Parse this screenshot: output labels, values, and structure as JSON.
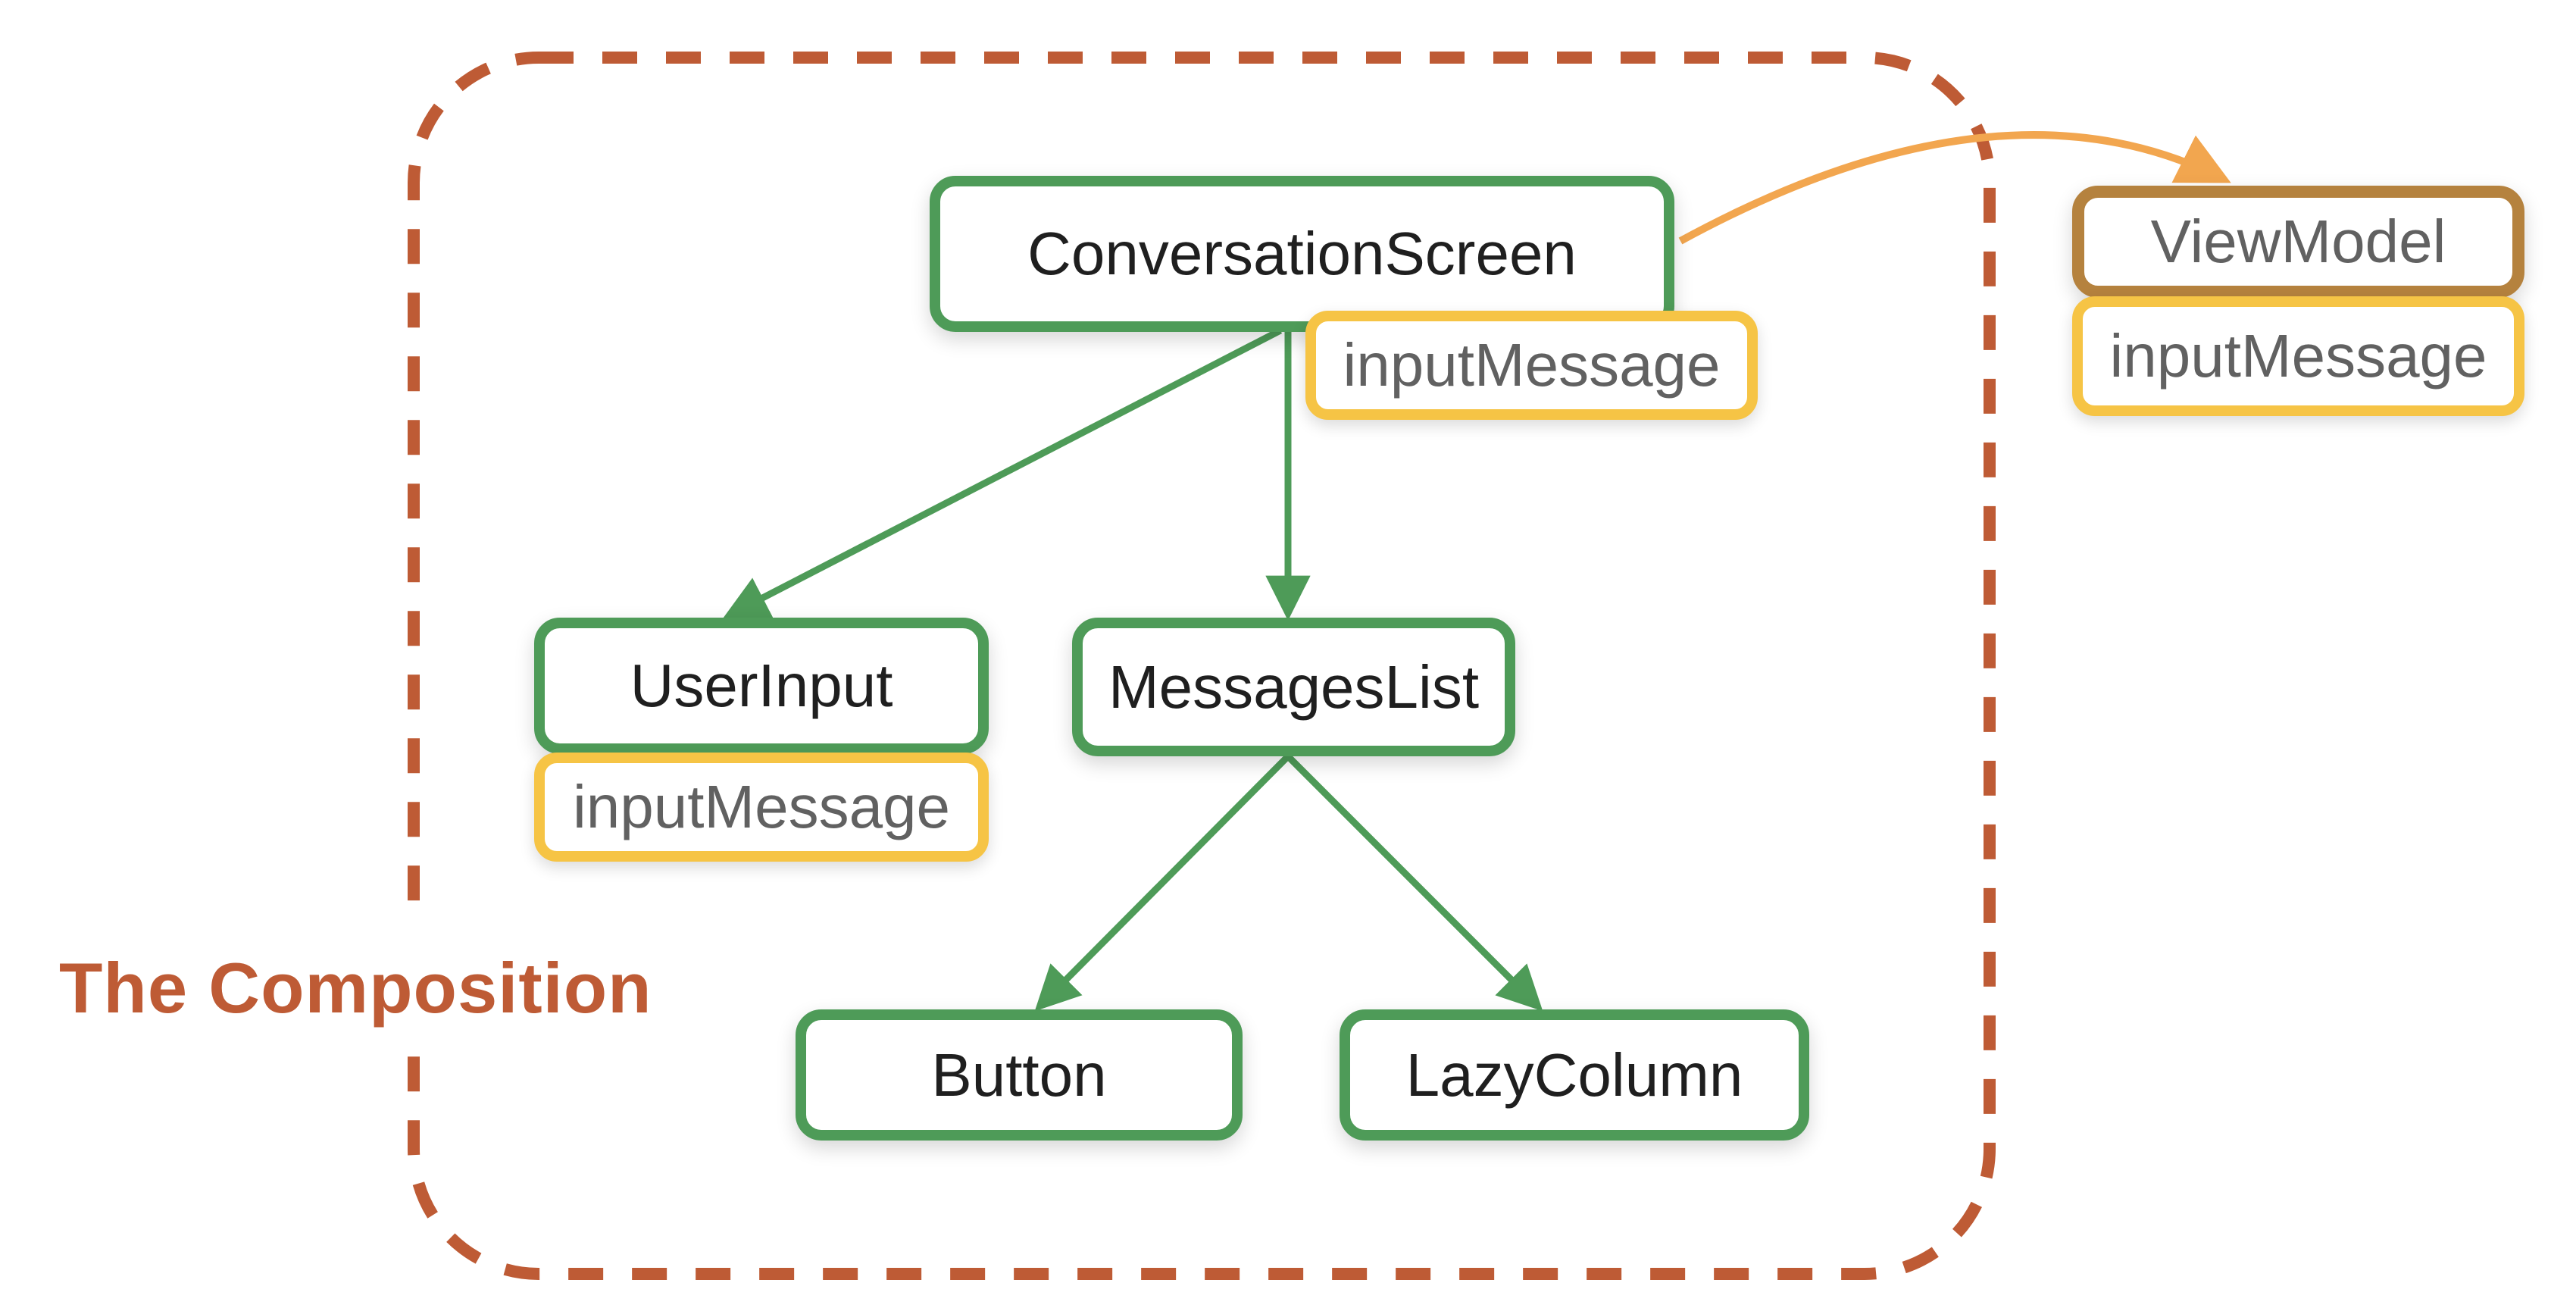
{
  "diagram": {
    "title": "The Composition",
    "nodes": {
      "conversation_screen": {
        "label": "ConversationScreen",
        "badge": "inputMessage"
      },
      "user_input": {
        "label": "UserInput",
        "badge": "inputMessage"
      },
      "messages_list": {
        "label": "MessagesList"
      },
      "button": {
        "label": "Button"
      },
      "lazy_column": {
        "label": "LazyColumn"
      },
      "view_model": {
        "label": "ViewModel",
        "badge": "inputMessage"
      }
    },
    "edges": [
      "ConversationScreen -> UserInput",
      "ConversationScreen -> MessagesList",
      "MessagesList -> Button",
      "MessagesList -> LazyColumn",
      "ConversationScreen -> ViewModel (state hoisted)"
    ],
    "colors": {
      "green": "#4E9B58",
      "yellow": "#F6C445",
      "rust": "#BE5B35",
      "brown": "#B5823E",
      "orange_arrow": "#F2A64F",
      "label_text": "#1F1F1F",
      "badge_text": "#616161"
    }
  }
}
